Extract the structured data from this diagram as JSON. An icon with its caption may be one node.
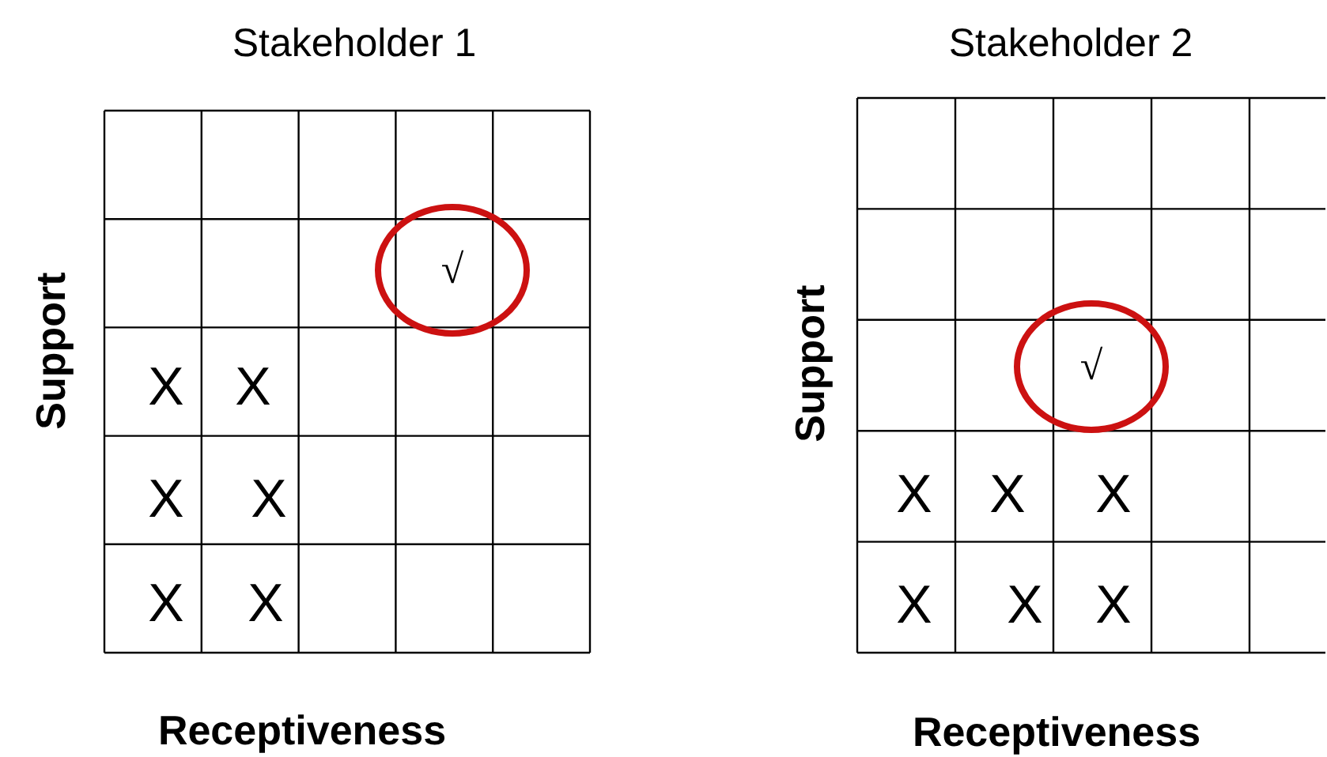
{
  "diagram": {
    "nodes": [
      {
        "text": [
          "√"
        ]
      },
      {
        "text": [
          "√"
        ]
      }
    ],
    "labels": [
      "Stakeholder 1",
      "Stakeholder 2",
      "Support",
      "X",
      "X",
      "X",
      "X",
      "X",
      "X",
      "Receptiveness",
      "Support",
      "X",
      "X",
      "X",
      "X",
      "X",
      "X",
      "Receptiveness"
    ]
  }
}
